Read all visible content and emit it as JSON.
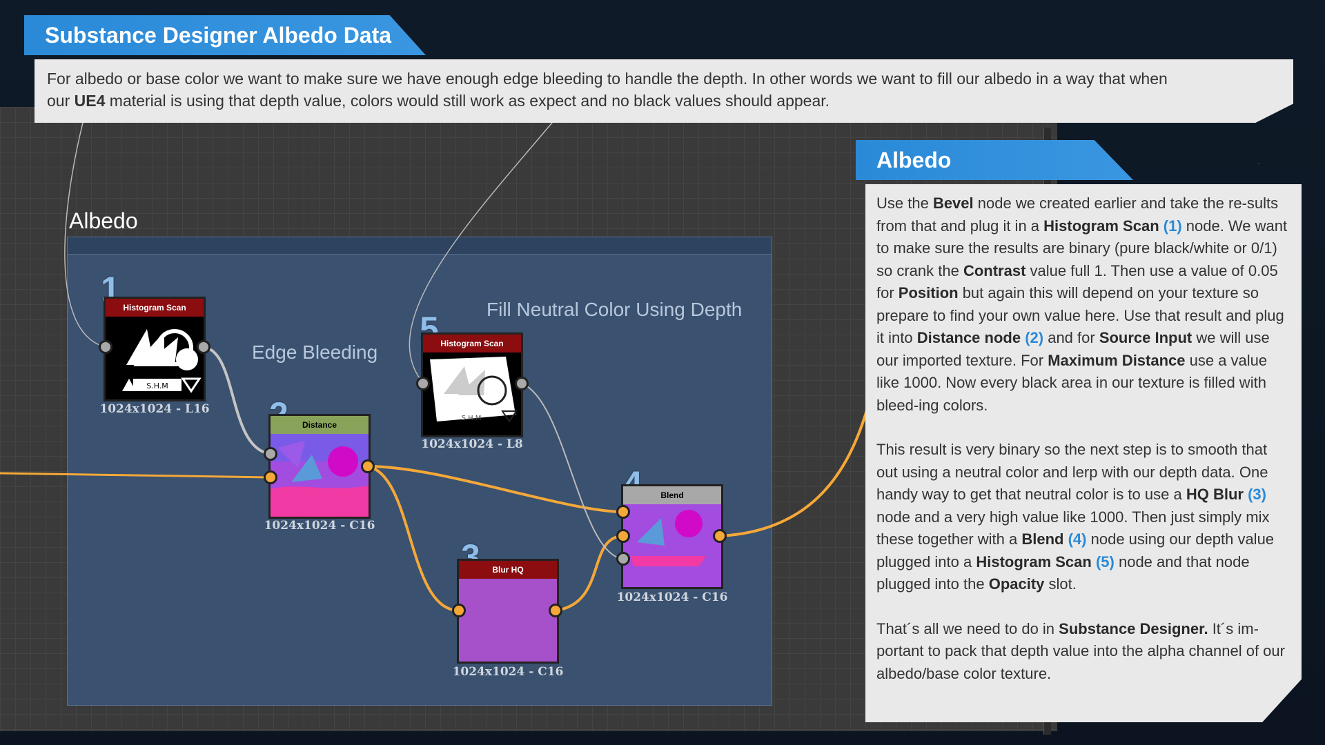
{
  "colors": {
    "banner_blue": "#2a8ad8",
    "reference_blue": "#2a8ad8",
    "histogram_head": "#8b0d10",
    "distance_head": "#8aa35a",
    "blend_head": "#a8a8a8",
    "blur_head": "#8b0d10",
    "wire_orange": "#f5a838",
    "wire_gray": "#b9b9b9",
    "frame_blue": "#3a5170"
  },
  "title": "Substance Designer Albedo Data",
  "intro": {
    "line1": "For albedo or base color we want to make sure we have enough edge bleeding to handle the depth. In other words we want to fill our albedo in a way that when",
    "line2_before": "our ",
    "line2_bold": "UE4",
    "line2_after": " material is using that depth value, colors would still work as expect and no black values should appear."
  },
  "graph": {
    "frame_label": "Albedo",
    "comment_edge": "Edge Bleeding",
    "comment_fill": "Fill Neutral Color Using Depth",
    "nodes": [
      {
        "num": "1",
        "title": "Histogram Scan",
        "res": "1024x1024 - L16",
        "icon": "histogram-scan-preview"
      },
      {
        "num": "2",
        "title": "Distance",
        "res": "1024x1024 - C16",
        "icon": "distance-preview"
      },
      {
        "num": "3",
        "title": "Blur HQ",
        "res": "1024x1024 - C16",
        "icon": "blur-preview"
      },
      {
        "num": "4",
        "title": "Blend",
        "res": "1024x1024 - C16",
        "icon": "blend-preview"
      },
      {
        "num": "5",
        "title": "Histogram Scan",
        "res": "1024x1024 - L8",
        "icon": "histogram-scan-preview"
      }
    ]
  },
  "side": {
    "title": "Albedo",
    "p1": [
      "Use the ",
      "Bevel",
      " node we created earlier and take the re-sults from that and plug it in a ",
      "Histogram Scan",
      "(1)",
      " node. We want to make sure the results are binary (pure black/white or 0/1) so crank the ",
      "Contrast",
      " value full 1. Then use a value of 0.05 for ",
      "Position",
      " but again this will depend on your texture so prepare to find your own value here. Use that result and plug it into ",
      "Distance node",
      "(2)",
      " and for ",
      "Source Input",
      " we will use our imported texture. For ",
      "Maximum Distance",
      " use a value like 1000. Now every black area in our texture is filled with bleed-ing colors."
    ],
    "p2": [
      "This result is very binary so the next step is to smooth that out using a neutral color and lerp with our depth data. One handy way to get that neutral color is to use a ",
      "HQ Blur",
      "(3)",
      " node and a very high value like 1000. Then just simply mix these together with a ",
      "Blend",
      "(4)",
      " node using our depth value plugged into a ",
      "Histogram Scan",
      "(5)",
      " node and that node plugged into the ",
      "Opacity",
      " slot."
    ],
    "p3": [
      "That´s all we need to do in ",
      "Substance Designer.",
      " It´s im-portant to pack that depth value into the alpha channel of our albedo/base color texture."
    ]
  }
}
